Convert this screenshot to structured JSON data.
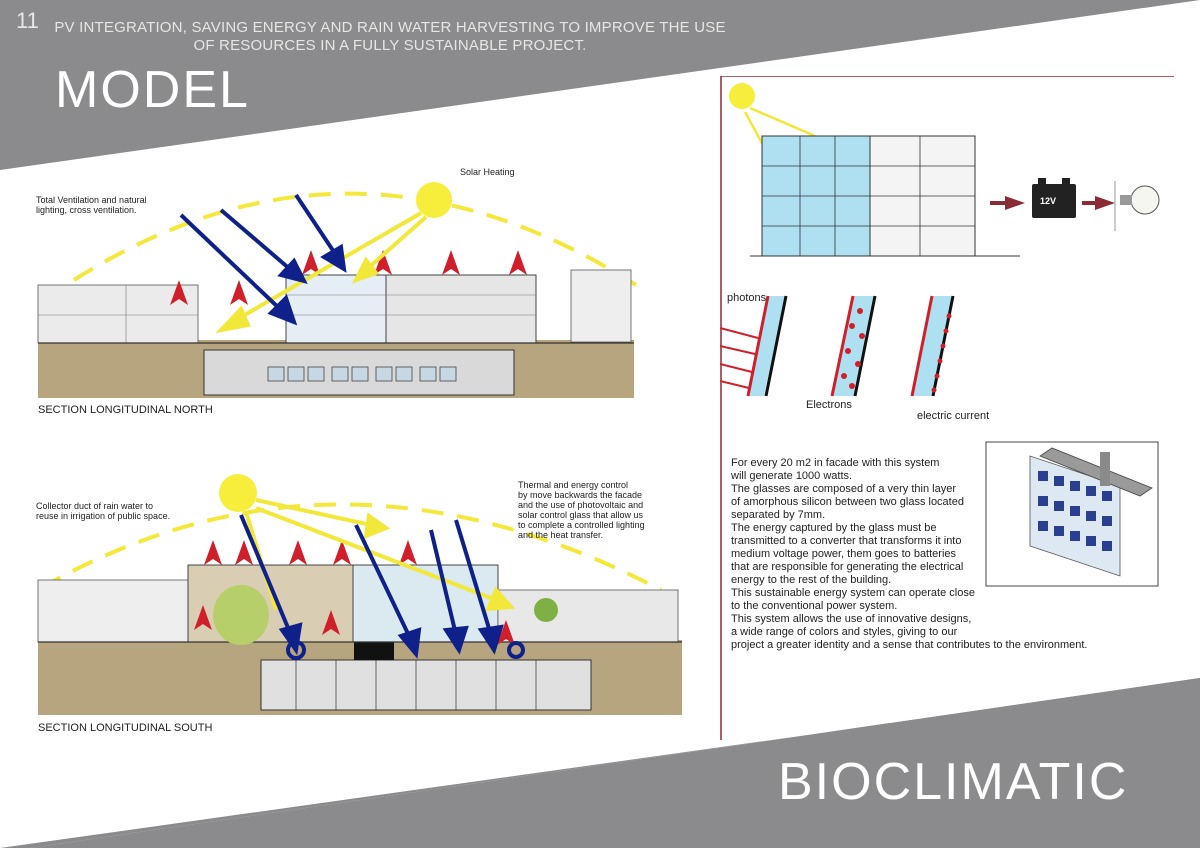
{
  "page_number": "11",
  "header": {
    "line1": "PV INTEGRATION, SAVING ENERGY AND RAIN WATER HARVESTING TO IMPROVE THE USE",
    "line2": "OF RESOURCES IN A FULLY SUSTAINABLE PROJECT."
  },
  "title_top": "MODEL",
  "title_bottom": "BIOCLIMATIC",
  "section_north": {
    "caption": "SECTION LONGITUDINAL NORTH",
    "note_ventilation_1": "Total Ventilation and natural",
    "note_ventilation_2": "lighting, cross ventilation.",
    "note_solar": "Solar Heating"
  },
  "section_south": {
    "caption": "SECTION LONGITUDINAL SOUTH",
    "note_rain_1": "Collector duct of rain water to",
    "note_rain_2": "reuse in irrigation of public space.",
    "note_thermal": [
      "Thermal and energy control",
      "by move backwards the facade",
      "and the use of photovoltaic and",
      "solar control glass that allow us",
      "to complete a controlled lighting",
      "and the heat transfer."
    ]
  },
  "pv_diagram": {
    "battery_label": "12V",
    "photons": "photons",
    "electrons": "Electrons",
    "current": "electric current"
  },
  "description": [
    "For every 20 m2 in facade with this system",
    "will generate 1000 watts.",
    "The glasses are composed of a very thin layer",
    "of amorphous silicon between two glass located",
    "separated by 7mm.",
    "The energy captured by the glass must be",
    "transmitted to a converter that transforms it into",
    "medium voltage power, them goes to batteries",
    "that are responsible for generating the electrical",
    "energy to the rest of the building.",
    "This sustainable energy system can operate close",
    "to the conventional power system.",
    "This system allows the use of innovative designs,",
    "a wide range of colors and styles, giving to our",
    "project a greater identity and a sense that contributes to the environment."
  ],
  "colors": {
    "band": "#8a8a8c",
    "sun": "#f7ee3c",
    "arrow_blue": "#0f1f86",
    "arrow_red": "#d01f2a",
    "ground": "#b3a27c",
    "glass": "#aee0f2",
    "accent_line": "#8a2c35"
  }
}
